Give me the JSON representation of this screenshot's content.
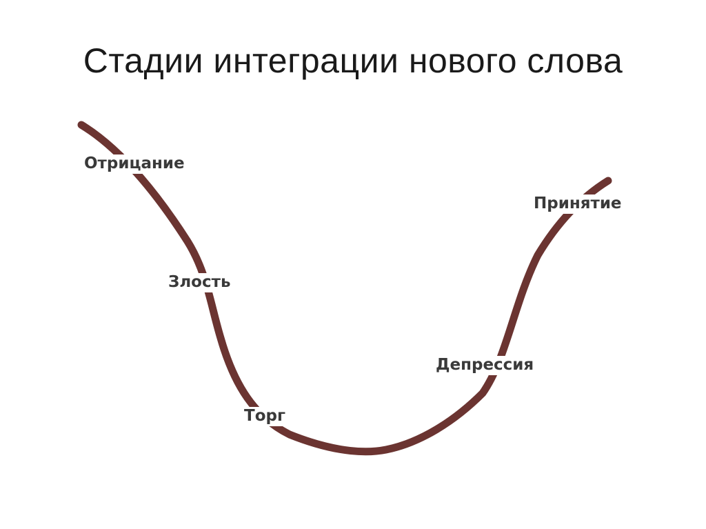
{
  "title": "Стадии интеграции нового слова",
  "colors": {
    "curve": "#6b3431",
    "label": "#3a3a3a",
    "background": "#ffffff"
  },
  "stages": [
    {
      "label": "Отрицание"
    },
    {
      "label": "Злость"
    },
    {
      "label": "Торг"
    },
    {
      "label": "Депрессия"
    },
    {
      "label": "Принятие"
    }
  ]
}
